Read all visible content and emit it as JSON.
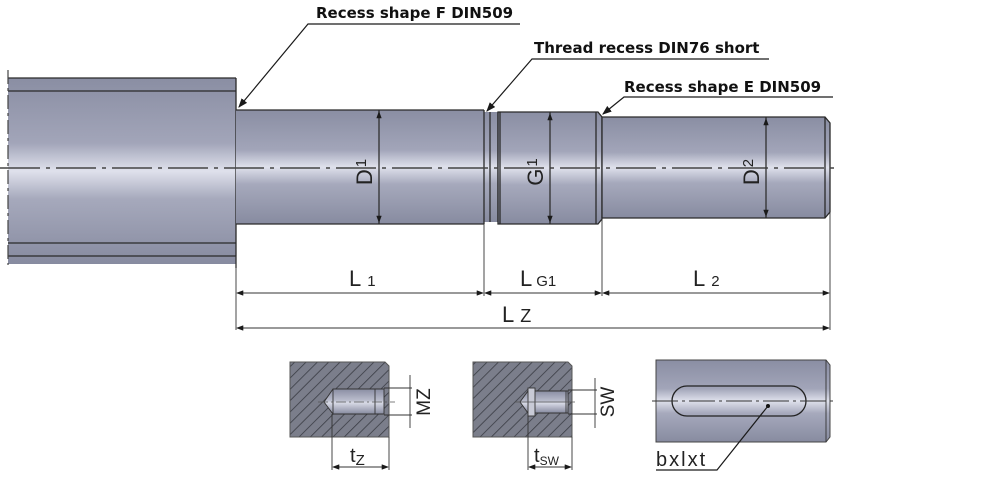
{
  "callouts": {
    "recess_f": "Recess shape F DIN509",
    "thread_recess": "Thread recess DIN76 short",
    "recess_e": "Recess shape E DIN509"
  },
  "diameters": {
    "d1": {
      "main": "D",
      "sub": "1"
    },
    "g1": {
      "main": "G",
      "sub": "1"
    },
    "d2": {
      "main": "D",
      "sub": "2"
    }
  },
  "lengths": {
    "l1": {
      "main": "L",
      "sub": "1"
    },
    "lg1": {
      "main": "L",
      "sub": "G1"
    },
    "l2": {
      "main": "L",
      "sub": "2"
    },
    "lz": {
      "main": "L",
      "sub": "Z"
    }
  },
  "details": {
    "thread": {
      "dim": "MZ",
      "depth_main": "t",
      "depth_sub": "Z"
    },
    "hex": {
      "dim": "SW",
      "depth_main": "t",
      "depth_sub": "SW"
    },
    "keyway": {
      "label": "bxlxt"
    }
  },
  "colors": {
    "steel_dark": "#8c90a4",
    "steel_light": "#dcdeea",
    "hatch_bg": "#7c7f8c"
  }
}
